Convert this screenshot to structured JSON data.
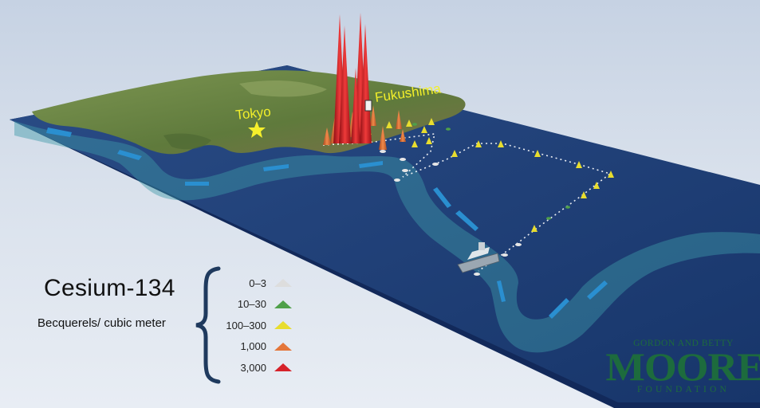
{
  "map": {
    "places": [
      {
        "name": "Tokyo",
        "marker": "star-icon"
      },
      {
        "name": "Fukushima",
        "marker": "plant-icon"
      }
    ],
    "colors": {
      "ocean": "#1d3f78",
      "current": "#3f9aa8",
      "land": "#6f8a47",
      "level_0_3": "#dddddd",
      "level_10_30": "#4fa04a",
      "level_100_300": "#e8dd2e",
      "level_1000": "#e4763a",
      "level_3000": "#d6222a"
    }
  },
  "legend": {
    "title": "Cesium-134",
    "unit": "Becquerels/ cubic meter",
    "levels": [
      {
        "label": "0–3",
        "color": "#dddddd"
      },
      {
        "label": "10–30",
        "color": "#4fa04a"
      },
      {
        "label": "100–300",
        "color": "#e8dd2e"
      },
      {
        "label": "1,000",
        "color": "#e4763a"
      },
      {
        "label": "3,000",
        "color": "#d6222a"
      }
    ]
  },
  "logo": {
    "line1": "GORDON AND BETTY",
    "line2": "MOORE",
    "line3": "FOUNDATION"
  }
}
